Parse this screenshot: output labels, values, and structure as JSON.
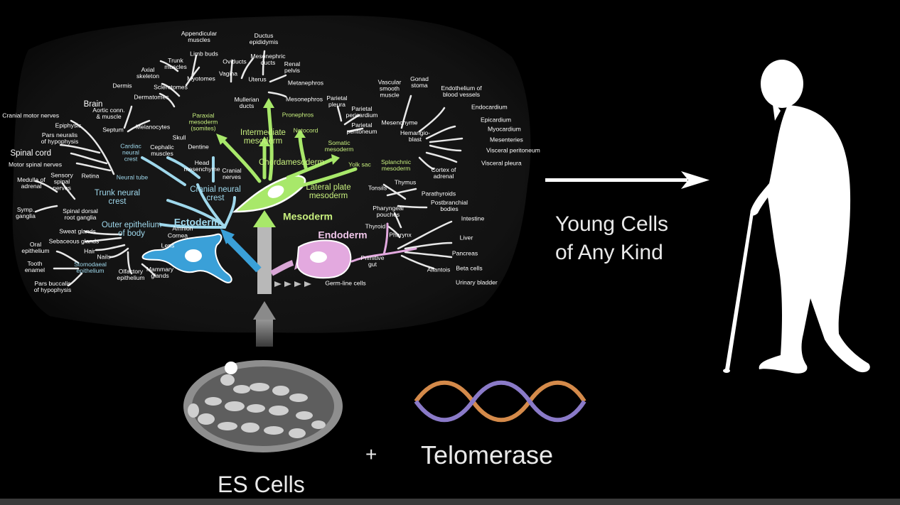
{
  "labels": [
    {
      "id": "appendicular-muscles",
      "text": "Appendicular\nmuscles",
      "tone": "w"
    },
    {
      "id": "limb-buds",
      "text": "Limb buds",
      "tone": "w"
    },
    {
      "id": "trunk-muscles",
      "text": "Trunk\nmuscles",
      "tone": "w"
    },
    {
      "id": "axial-skeleton",
      "text": "Axial\nskeleton",
      "tone": "w"
    },
    {
      "id": "myotomes",
      "text": "Myotomes",
      "tone": "w"
    },
    {
      "id": "dermis",
      "text": "Dermis",
      "tone": "w"
    },
    {
      "id": "sclerotomes",
      "text": "Sclerotomes",
      "tone": "w"
    },
    {
      "id": "dermatomes",
      "text": "Dermatomes",
      "tone": "w"
    },
    {
      "id": "ductus-epididymis",
      "text": "Ductus\nepididymis",
      "tone": "w"
    },
    {
      "id": "mesonephric-ducts",
      "text": "Mesonephric\nducts",
      "tone": "w"
    },
    {
      "id": "oviducts",
      "text": "Oviducts",
      "tone": "w"
    },
    {
      "id": "renal-pelvis",
      "text": "Renal\npelvis",
      "tone": "w"
    },
    {
      "id": "vagina",
      "text": "Vagina",
      "tone": "w"
    },
    {
      "id": "uterus",
      "text": "Uterus",
      "tone": "w"
    },
    {
      "id": "metanephros",
      "text": "Metanephros",
      "tone": "w"
    },
    {
      "id": "mullerian-ducts",
      "text": "Mullerian\nducts",
      "tone": "w"
    },
    {
      "id": "mesonephros",
      "text": "Mesonephros",
      "tone": "w"
    },
    {
      "id": "pronephros",
      "text": "Pronephros",
      "tone": "g"
    },
    {
      "id": "paraxial-mesoderm",
      "text": "Paraxial\nmesoderm\n(somites)",
      "tone": "g"
    },
    {
      "id": "intermediate-mesoderm",
      "text": "Intermediate\nmesoderm",
      "tone": "g",
      "size": "big"
    },
    {
      "id": "notocord",
      "text": "Notocord",
      "tone": "g"
    },
    {
      "id": "chordamesoderm",
      "text": "Chordamesoderm",
      "tone": "g",
      "size": "big"
    },
    {
      "id": "parietal-pleura",
      "text": "Parietal\npleura",
      "tone": "w"
    },
    {
      "id": "parietal-pericardium",
      "text": "Parietal\npericardium",
      "tone": "w"
    },
    {
      "id": "parietal-peritoneum",
      "text": "Parietal\nperitoneum",
      "tone": "w"
    },
    {
      "id": "somatic-mesoderm",
      "text": "Somatic\nmesoderm",
      "tone": "g"
    },
    {
      "id": "yolk-sac",
      "text": "Yolk sac",
      "tone": "g"
    },
    {
      "id": "lateral-plate-mesoderm",
      "text": "Lateral plate\nmesoderm",
      "tone": "g",
      "size": "big"
    },
    {
      "id": "vascular-smooth-muscle",
      "text": "Vascular\nsmooth\nmuscle",
      "tone": "w"
    },
    {
      "id": "gonad-stoma",
      "text": "Gonad\nstoma",
      "tone": "w"
    },
    {
      "id": "endothelium-blood-vessels",
      "text": "Endothelium of\nblood vessels",
      "tone": "w"
    },
    {
      "id": "endocardium",
      "text": "Endocardium",
      "tone": "w"
    },
    {
      "id": "mesenchyme",
      "text": "Mesenchyme",
      "tone": "w"
    },
    {
      "id": "hemangioblast",
      "text": "Hemangio-\nblast",
      "tone": "w"
    },
    {
      "id": "epicardium",
      "text": "Epicardium",
      "tone": "w"
    },
    {
      "id": "myocardium",
      "text": "Myocardium",
      "tone": "w"
    },
    {
      "id": "mesenteries",
      "text": "Mesenteries",
      "tone": "w"
    },
    {
      "id": "visceral-peritoneum",
      "text": "Visceral peritoneum",
      "tone": "w"
    },
    {
      "id": "visceral-pleura",
      "text": "Visceral pleura",
      "tone": "w"
    },
    {
      "id": "splanchnic-mesoderm",
      "text": "Splanchnic\nmesoderm",
      "tone": "g"
    },
    {
      "id": "cortex-of-adrenal",
      "text": "Cortex of\nadrenal",
      "tone": "w"
    },
    {
      "id": "brain",
      "text": "Brain",
      "tone": "w",
      "size": "big"
    },
    {
      "id": "cranial-motor-nerves",
      "text": "Cranial motor nerves",
      "tone": "w"
    },
    {
      "id": "epiphysis",
      "text": "Epiphysis",
      "tone": "w"
    },
    {
      "id": "pars-neuralis",
      "text": "Pars neuralis\nof hypophysis",
      "tone": "w"
    },
    {
      "id": "spinal-cord",
      "text": "Spinal cord",
      "tone": "w",
      "size": "big"
    },
    {
      "id": "motor-spinal-nerves",
      "text": "Motor spinal nerves",
      "tone": "w"
    },
    {
      "id": "retina",
      "text": "Retina",
      "tone": "w"
    },
    {
      "id": "aortic-conn",
      "text": "Aortic conn.\n& muscle",
      "tone": "w"
    },
    {
      "id": "septum",
      "text": "Septum",
      "tone": "w"
    },
    {
      "id": "melanocytes",
      "text": "Melanocytes",
      "tone": "w"
    },
    {
      "id": "cardiac-neural-crest",
      "text": "Cardiac\nneural\ncrest",
      "tone": "b"
    },
    {
      "id": "cephalic-muscles",
      "text": "Cephalic\nmuscles",
      "tone": "w"
    },
    {
      "id": "skull",
      "text": "Skull",
      "tone": "w"
    },
    {
      "id": "dentine",
      "text": "Dentine",
      "tone": "w"
    },
    {
      "id": "head-mesenchyme",
      "text": "Head\nmesenchyme",
      "tone": "w"
    },
    {
      "id": "cranial-nerves",
      "text": "Cranial\nnerves",
      "tone": "w"
    },
    {
      "id": "neural-tube",
      "text": "Neural tube",
      "tone": "b"
    },
    {
      "id": "cranial-neural-crest",
      "text": "Cranial neural\ncrest",
      "tone": "b",
      "size": "big"
    },
    {
      "id": "trunk-neural-crest",
      "text": "Trunk neural\ncrest",
      "tone": "b",
      "size": "big"
    },
    {
      "id": "medulla-of-adrenal",
      "text": "Medulla of\nadrenal",
      "tone": "w"
    },
    {
      "id": "sensory-spinal-nerves",
      "text": "Sensory\nspinal\nnerves",
      "tone": "w"
    },
    {
      "id": "symp-ganglia",
      "text": "Symp.\nganglia",
      "tone": "w"
    },
    {
      "id": "spinal-dorsal-root-ganglia",
      "text": "Spinal dorsal\nroot ganglia",
      "tone": "w"
    },
    {
      "id": "outer-epithelium-of-body",
      "text": "Outer epithelium\nof body",
      "tone": "b",
      "size": "big"
    },
    {
      "id": "ectoderm",
      "text": "Ectoderm",
      "tone": "b",
      "size": "huge"
    },
    {
      "id": "mesoderm",
      "text": "Mesoderm",
      "tone": "g",
      "size": "huge"
    },
    {
      "id": "endoderm",
      "text": "Endoderm",
      "tone": "p",
      "size": "huge"
    },
    {
      "id": "amnion",
      "text": "Amnion",
      "tone": "w"
    },
    {
      "id": "cornea",
      "text": "Cornea",
      "tone": "w"
    },
    {
      "id": "lens",
      "text": "Lens",
      "tone": "w"
    },
    {
      "id": "sweat-glands",
      "text": "Sweat glands",
      "tone": "w"
    },
    {
      "id": "sebaceous-glands",
      "text": "Sebaceous glands",
      "tone": "w"
    },
    {
      "id": "hair",
      "text": "Hair",
      "tone": "w"
    },
    {
      "id": "nails",
      "text": "Nails",
      "tone": "w"
    },
    {
      "id": "oral-epithelium",
      "text": "Oral\nepithelium",
      "tone": "w"
    },
    {
      "id": "tooth-enamel",
      "text": "Tooth\nenamel",
      "tone": "w"
    },
    {
      "id": "stomodaeal-epithelium",
      "text": "Stomodaeal\nepithelium",
      "tone": "b"
    },
    {
      "id": "pars-buccalis",
      "text": "Pars buccalis\nof hypophysis",
      "tone": "w"
    },
    {
      "id": "olfactory-epithelium",
      "text": "Olfactory\nepithelium",
      "tone": "w"
    },
    {
      "id": "mammary-glands",
      "text": "Mammary\nglands",
      "tone": "w"
    },
    {
      "id": "tonsils",
      "text": "Tonsils",
      "tone": "w"
    },
    {
      "id": "thymus",
      "text": "Thymus",
      "tone": "w"
    },
    {
      "id": "parathyroids",
      "text": "Parathyroids",
      "tone": "w"
    },
    {
      "id": "pharyngeal-pouches",
      "text": "Pharyngeal\npouches",
      "tone": "w"
    },
    {
      "id": "postbranchial-bodies",
      "text": "Postbranchial\nbodies",
      "tone": "w"
    },
    {
      "id": "thyroid",
      "text": "Thyroid",
      "tone": "w"
    },
    {
      "id": "pharynx",
      "text": "Pharynx",
      "tone": "w"
    },
    {
      "id": "intestine",
      "text": "Intestine",
      "tone": "w"
    },
    {
      "id": "liver",
      "text": "Liver",
      "tone": "w"
    },
    {
      "id": "primitive-gut",
      "text": "Primitive\ngut",
      "tone": "w"
    },
    {
      "id": "pancreas",
      "text": "Pancreas",
      "tone": "w"
    },
    {
      "id": "allantois",
      "text": "Allantois",
      "tone": "w"
    },
    {
      "id": "beta-cells",
      "text": "Beta cells",
      "tone": "w"
    },
    {
      "id": "germ-line-cells",
      "text": "Germ-line cells",
      "tone": "w"
    },
    {
      "id": "urinary-bladder",
      "text": "Urinary bladder",
      "tone": "w"
    }
  ],
  "captions": {
    "young_cells": "Young Cells\nof Any Kind",
    "es_cells": "ES Cells",
    "plus": "+",
    "telomerase": "Telomerase"
  },
  "colors": {
    "ectoderm": "#3aa0d8",
    "mesoderm": "#a8e86a",
    "endoderm": "#d9a6d6",
    "text_blue": "#9fd8ec",
    "text_green": "#c8f07e",
    "text_pink": "#f0c6ea",
    "background": "#000000",
    "panel": "#121212"
  },
  "icons": {
    "elderly_person": "elderly-person-with-cane-silhouette",
    "es_cells_image": "es-cells-micrograph",
    "dna": "dna-double-helix"
  }
}
